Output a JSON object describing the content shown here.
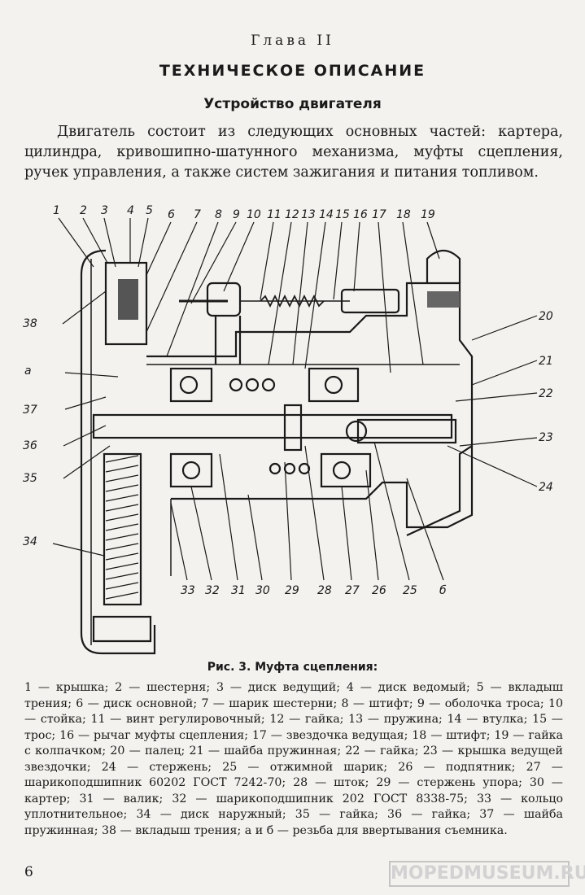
{
  "header": {
    "chapter": "Глава II",
    "title": "ТЕХНИЧЕСКОЕ ОПИСАНИЕ",
    "section": "Устройство двигателя"
  },
  "intro_text": "Двигатель состоит из следующих основных частей: картера, цилиндра, кривошипно-шатунного механизма, муфты сцепления, ручек управления, а также систем зажигания и питания топливом.",
  "figure": {
    "callouts_top": [
      "1",
      "2",
      "3",
      "4",
      "5",
      "6",
      "7",
      "8",
      "9",
      "10",
      "11",
      "12",
      "13",
      "14",
      "15",
      "16",
      "17",
      "18",
      "19"
    ],
    "callouts_left": [
      "38",
      "а",
      "37",
      "36",
      "35",
      "34"
    ],
    "callouts_right": [
      "20",
      "21",
      "22",
      "23",
      "24"
    ],
    "callouts_bottom": [
      "33",
      "32",
      "31",
      "30",
      "29",
      "28",
      "27",
      "26",
      "25",
      "б"
    ],
    "caption": "Рис. 3. Муфта сцепления:"
  },
  "legend_text": "1 — крышка; 2 — шестерня; 3 — диск ведущий; 4 — диск ведомый; 5 — вкладыш трения; 6 — диск основной; 7 — шарик шестерни; 8 — штифт; 9 — оболочка троса; 10 — стойка; 11 — винт регулировочный; 12 — гайка; 13 — пружина; 14 — втулка; 15 — трос; 16 — рычаг муфты сцепления; 17 — звездочка ведущая; 18 — штифт; 19 — гайка с колпачком; 20 — палец; 21 — шайба пружинная; 22 — гайка; 23 — крышка ведущей звездочки; 24 — стержень; 25 — отжимной шарик; 26 — подпятник; 27 — шарикоподшипник 60202 ГОСТ 7242-70; 28 — шток; 29 — стержень упора; 30 — картер; 31 — валик; 32 — шарикоподшипник 202 ГОСТ 8338-75; 33 — кольцо уплотнительное; 34 — диск наружный; 35 — гайка; 36 — гайка; 37 — шайба пружинная; 38 — вкладыш трения; а и б — резьба для ввертывания съемника.",
  "page_number": "6",
  "watermark": "MOPEDMUSEUM.RU"
}
